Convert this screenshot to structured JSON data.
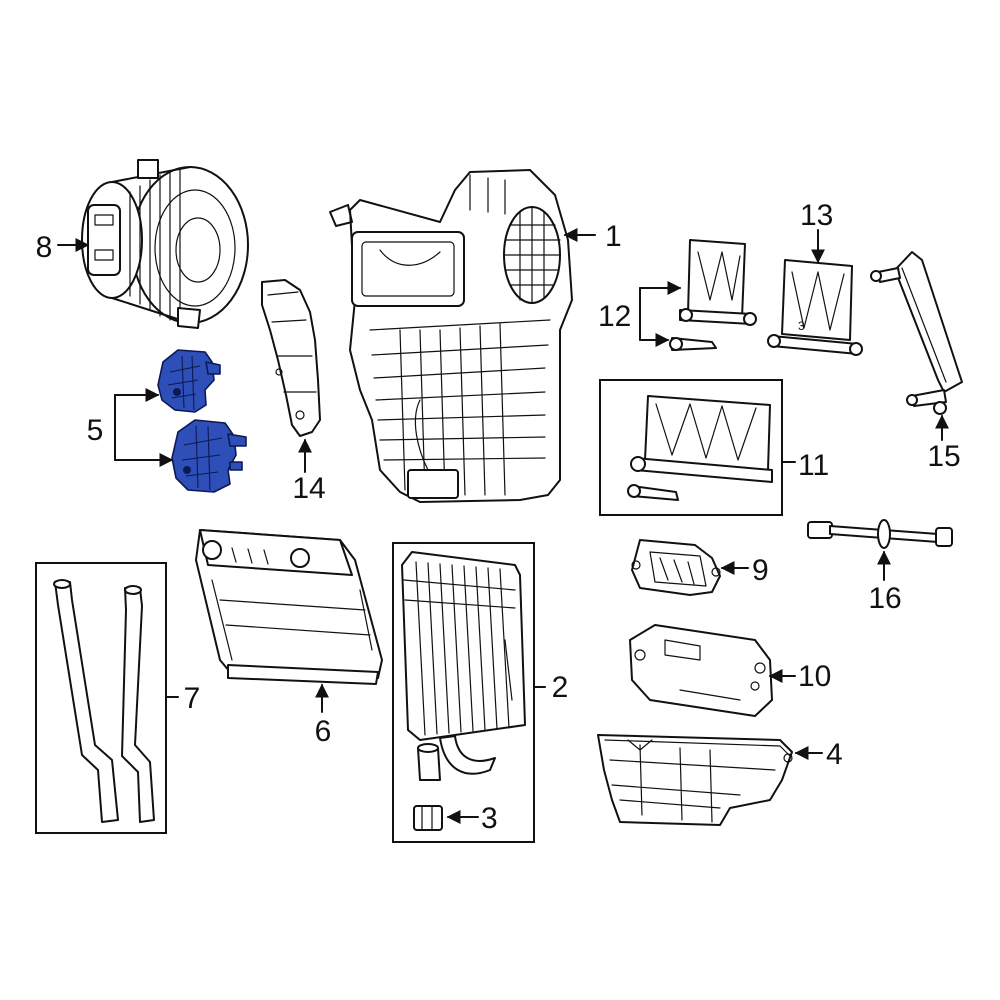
{
  "diagram": {
    "highlight_color": "#2f4fb8",
    "line_color": "#111111",
    "callouts": {
      "c1": "1",
      "c2": "2",
      "c3": "3",
      "c4": "4",
      "c5": "5",
      "c6": "6",
      "c7": "7",
      "c8": "8",
      "c9": "9",
      "c10": "10",
      "c11": "11",
      "c12": "12",
      "c13": "13",
      "c14": "14",
      "c15": "15",
      "c16": "16"
    }
  }
}
